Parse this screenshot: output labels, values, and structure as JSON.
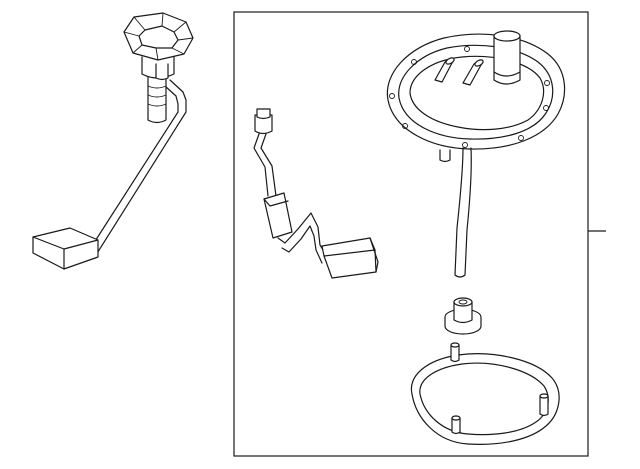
{
  "diagram": {
    "kind": "exploded parts diagram",
    "parts": [
      "fuel-sender-unit",
      "fuel-pump-module-flange",
      "fuel-level-sensor-harness",
      "fuel-filter-strainer",
      "lock-ring"
    ],
    "colors": {
      "line": "#1a1a1a",
      "background": "#ffffff"
    }
  }
}
